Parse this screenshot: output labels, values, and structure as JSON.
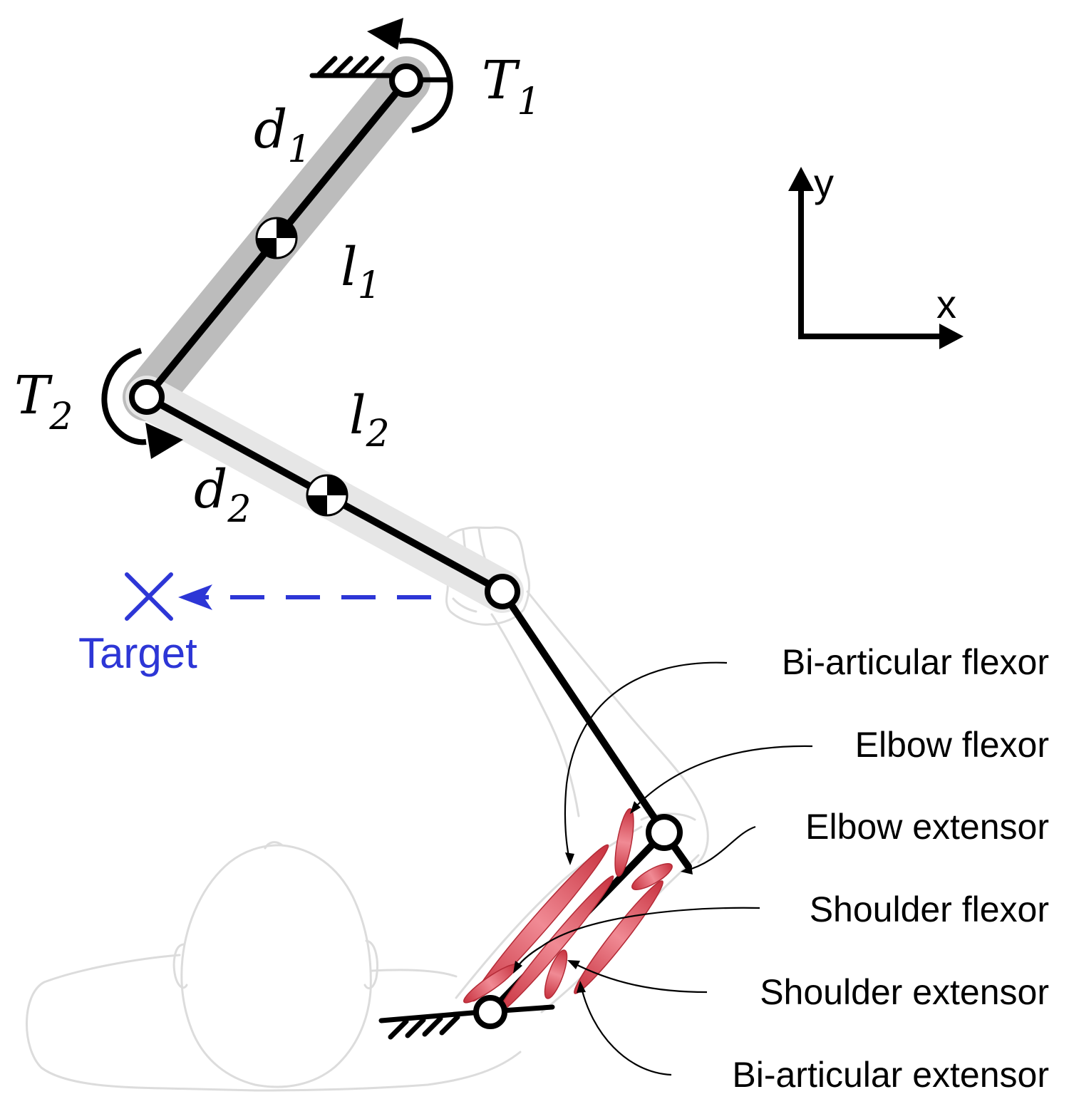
{
  "colors": {
    "target": "#2d36d6",
    "muscle": "#e04a58",
    "muscle_highlight": "#f7a0a8",
    "link_shadow_upper": "#b9b9b9",
    "link_shadow_lower": "#e6e6e6",
    "sketch": "#dcdcdc",
    "line": "#000000"
  },
  "icons": {
    "joint": "hollow-circle-joint",
    "center_of_mass": "center-of-mass-icon",
    "ground": "ground-hatch-icon",
    "torque": "curved-torque-arrow-icon",
    "target": "x-cross-icon"
  },
  "symbols": {
    "T1": {
      "main": "T",
      "sub": "1"
    },
    "T2": {
      "main": "T",
      "sub": "2"
    },
    "d1": {
      "main": "d",
      "sub": "1"
    },
    "d2": {
      "main": "d",
      "sub": "2"
    },
    "l1": {
      "main": "l",
      "sub": "1"
    },
    "l2": {
      "main": "l",
      "sub": "2"
    }
  },
  "axes": {
    "x": "x",
    "y": "y"
  },
  "target_label": "Target",
  "muscle_labels": {
    "biarticular_flexor": "Bi-articular flexor",
    "elbow_flexor": "Elbow flexor",
    "elbow_extensor": "Elbow extensor",
    "shoulder_flexor": "Shoulder flexor",
    "shoulder_extensor": "Shoulder extensor",
    "biarticular_extensor": "Bi-articular extensor"
  }
}
